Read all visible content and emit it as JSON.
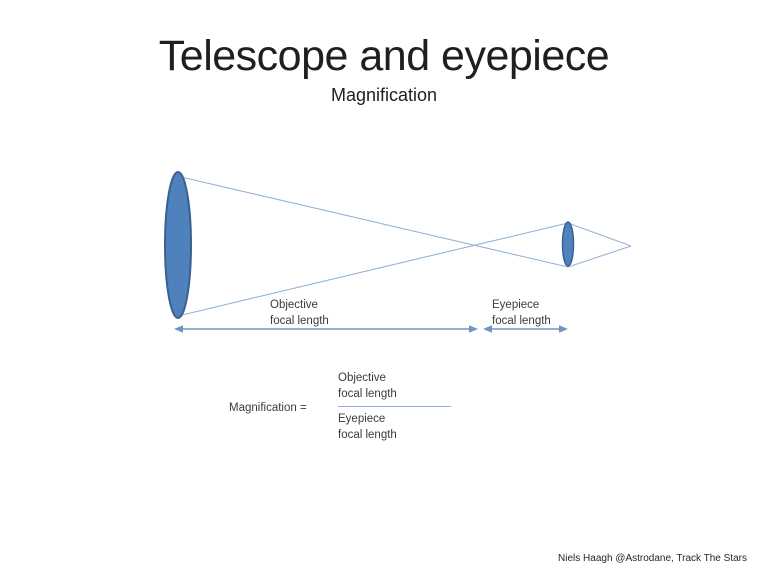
{
  "slide": {
    "title": "Telescope and eyepiece",
    "subtitle": "Magnification",
    "credit": "Niels Haagh @Astrodane, Track The Stars"
  },
  "diagram": {
    "objective_label": "Objective\nfocal length",
    "eyepiece_label": "Eyepiece\nfocal length"
  },
  "formula": {
    "lhs": "Magnification =",
    "numerator": "Objective\nfocal length",
    "denominator": "Eyepiece\nfocal length"
  },
  "colors": {
    "lens-fill": "#4F81BD",
    "lens-stroke": "#3A618E",
    "ray": "#95B3D7",
    "arrow": "#6E96C4",
    "text": "#1F1F1F",
    "label": "#3B3B3B"
  }
}
